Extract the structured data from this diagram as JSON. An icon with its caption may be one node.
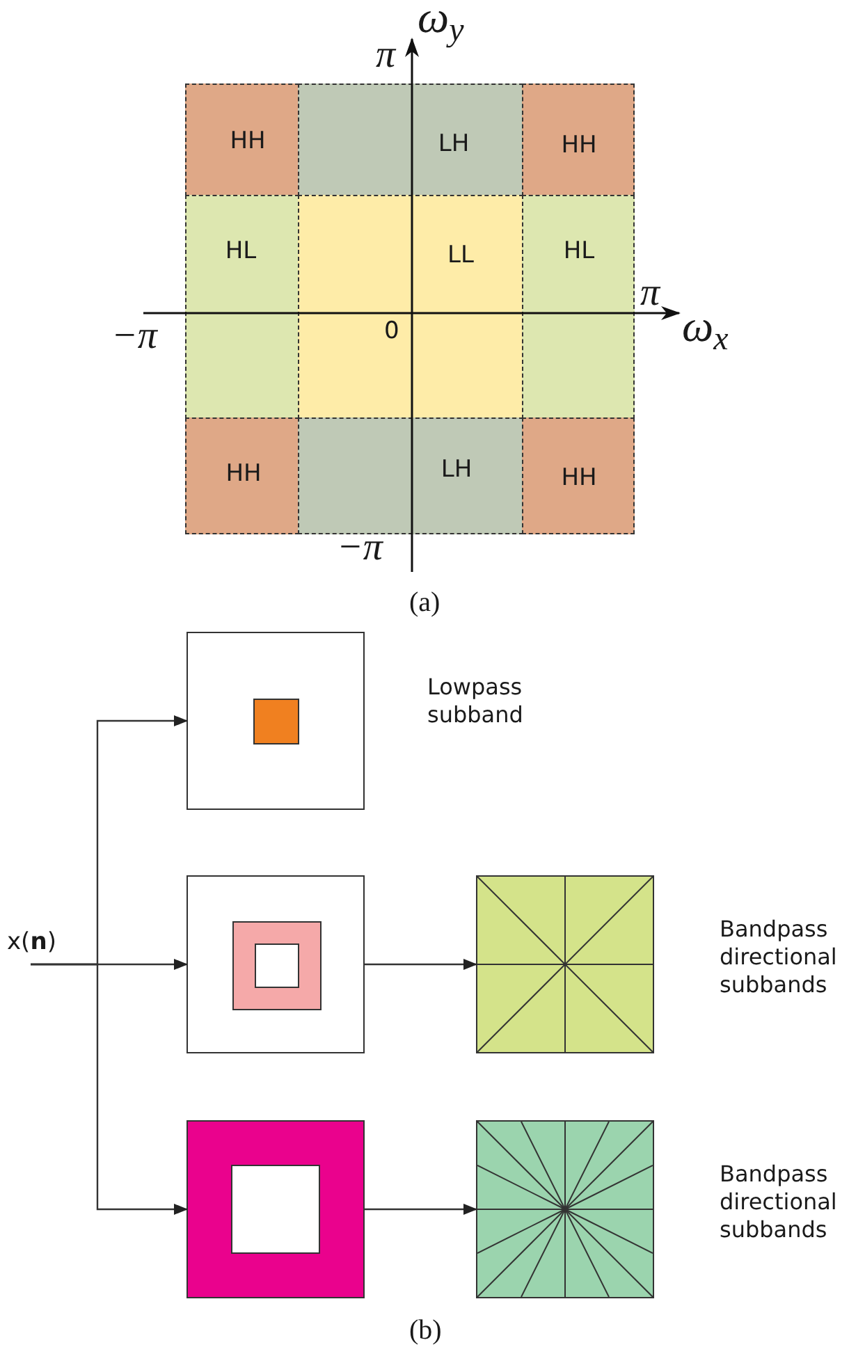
{
  "diagram": {
    "nodes": [
      {
        "text": [
          "HH"
        ]
      },
      {
        "text": [
          "LH"
        ]
      },
      {
        "text": [
          "HH"
        ]
      },
      {
        "text": [
          "HL"
        ]
      },
      {
        "text": [
          "LL"
        ]
      },
      {
        "text": [
          "HL"
        ]
      },
      {
        "text": [
          "HH"
        ]
      },
      {
        "text": [
          "LH"
        ]
      },
      {
        "text": [
          "HH"
        ]
      },
      {
        "text": [],
        "shape": "box",
        "beside": [
          "Lowpass subband"
        ]
      },
      {
        "text": [
          "x(**n**)"
        ]
      },
      {
        "text": [],
        "shape": "box"
      },
      {
        "text": [],
        "shape": "box",
        "beside": [
          "Bandpass directional subbands"
        ]
      },
      {
        "text": [],
        "shape": "box"
      },
      {
        "text": [],
        "shape": "box",
        "beside": [
          "Bandpass directional subbands"
        ]
      }
    ],
    "edges": [
      {
        "from": 10,
        "to": 9,
        "arrow": "to"
      },
      {
        "from": 10,
        "to": 11,
        "arrow": "to"
      },
      {
        "from": 10,
        "to": 13,
        "arrow": "to"
      },
      {
        "from": 11,
        "to": 12,
        "arrow": "to"
      },
      {
        "from": 13,
        "to": 14,
        "arrow": "to"
      }
    ],
    "labels": [
      "ω$_{y}$",
      "π",
      "π",
      "−π",
      "ω$_{x}$",
      "0",
      "−π",
      "(a)",
      "(b)"
    ]
  }
}
